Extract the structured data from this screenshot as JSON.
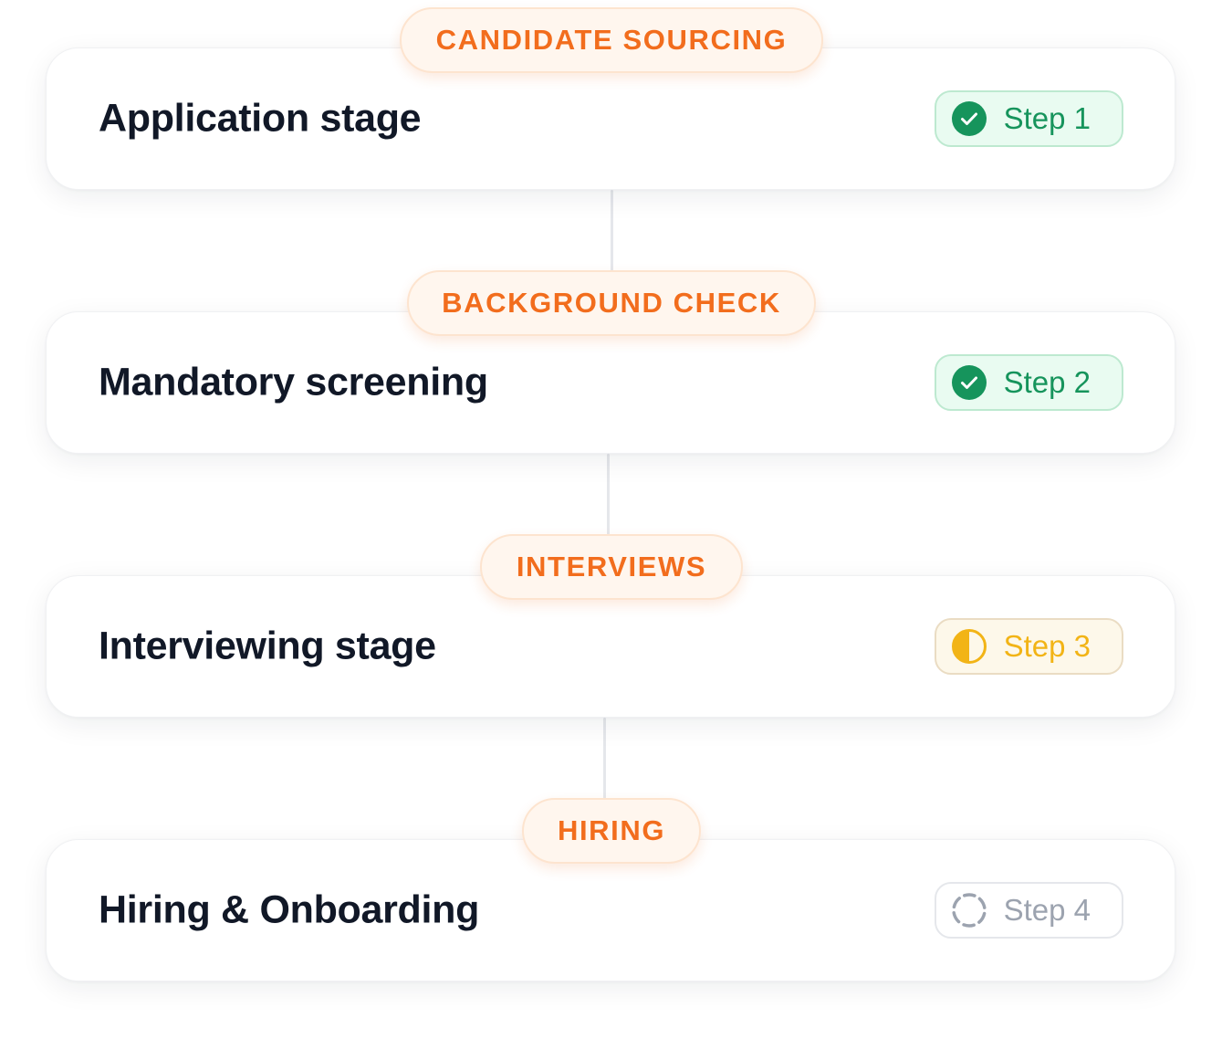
{
  "stages": [
    {
      "label": "CANDIDATE SOURCING",
      "title": "Application stage",
      "step": "Step 1",
      "status": "complete",
      "icon": "check-circle-icon"
    },
    {
      "label": "BACKGROUND CHECK",
      "title": "Mandatory screening",
      "step": "Step 2",
      "status": "complete",
      "icon": "check-circle-icon"
    },
    {
      "label": "INTERVIEWS",
      "title": "Interviewing stage",
      "step": "Step 3",
      "status": "in-progress",
      "icon": "half-circle-icon"
    },
    {
      "label": "HIRING",
      "title": "Hiring & Onboarding",
      "step": "Step 4",
      "status": "pending",
      "icon": "dashed-circle-icon"
    }
  ],
  "colors": {
    "label_text": "#f26d1d",
    "label_bg": "#fff6ee",
    "complete": "#16945c",
    "in_progress": "#f2b416",
    "pending": "#9ca3af",
    "title_text": "#111827"
  }
}
